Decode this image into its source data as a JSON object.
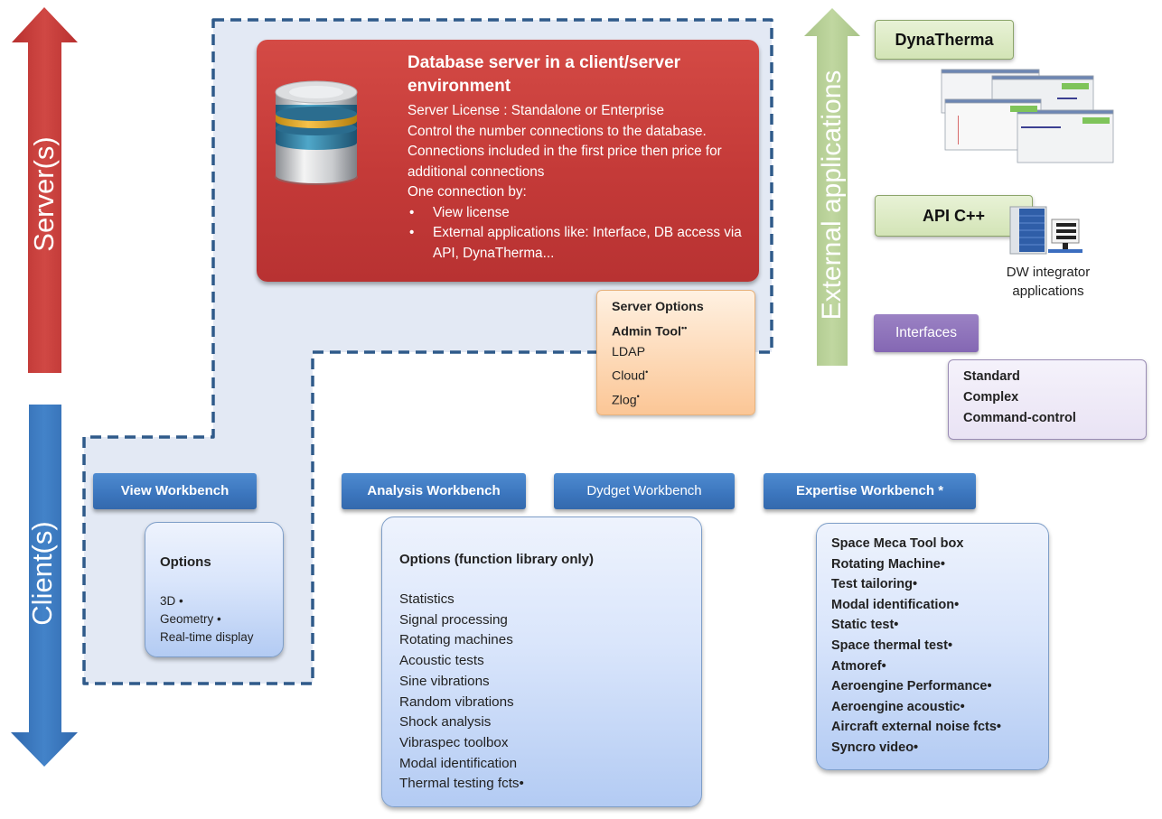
{
  "axes": {
    "server_label": "Server(s)",
    "client_label": "Client(s)",
    "external_label": "External applications"
  },
  "colors": {
    "server_arrow": "#c9403d",
    "client_arrow": "#3c79c1",
    "external_arrow": "#b5cf93",
    "dashed_border": "#2f5a8a",
    "region_fill": "#e3e9f4",
    "database_box": "#c43a38",
    "server_options": "#fcd0a8",
    "workbench_header": "#3b75bd",
    "interfaces_header": "#8467b3"
  },
  "database": {
    "icon": "database-cylinder-icon",
    "title": "Database server in a client/server environment",
    "lines": [
      "Server License : Standalone or Enterprise",
      "Control the number connections to the database. Connections included in the first price then price for additional connections",
      "One connection by:"
    ],
    "bullets": [
      "View license",
      "External applications like: Interface, DB access via API, DynaTherma..."
    ]
  },
  "server_options": {
    "title": "Server Options",
    "items": [
      {
        "label": "Admin Tool",
        "mark": "••",
        "bold": true
      },
      {
        "label": "LDAP",
        "mark": ""
      },
      {
        "label": "Cloud",
        "mark": "•"
      },
      {
        "label": "Zlog",
        "mark": "•"
      }
    ]
  },
  "workbenches": {
    "view": {
      "label": "View Workbench",
      "options_title": "Options",
      "items": [
        "3D •",
        "Geometry •",
        "Real-time display"
      ]
    },
    "analysis": {
      "label": "Analysis Workbench",
      "options_title": "Options (function library only)",
      "items": [
        "Statistics",
        "Signal processing",
        "Rotating machines",
        "Acoustic tests",
        "Sine vibrations",
        "Random vibrations",
        "Shock analysis",
        "Vibraspec toolbox",
        "Modal identification",
        "Thermal testing fcts•"
      ]
    },
    "dydget": {
      "label": "Dydget Workbench"
    },
    "expertise": {
      "label": "Expertise Workbench *",
      "items": [
        "Space Meca Tool box",
        "Rotating Machine•",
        "Test tailoring•",
        "Modal identification•",
        "Static test•",
        "Space thermal test•",
        "Atmoref•",
        "Aeroengine Performance•",
        "Aeroengine acoustic•",
        "Aircraft external noise fcts•",
        "Syncro video•"
      ]
    }
  },
  "external": {
    "dynatherma": {
      "label": "DynaTherma",
      "image": "dynatherma-screenshots"
    },
    "api": {
      "label": "API C++",
      "caption_line1": "DW integrator",
      "caption_line2": "applications",
      "icon": "server-computer-icon"
    },
    "interfaces": {
      "label": "Interfaces",
      "items": [
        "Standard",
        "Complex",
        "Command-control"
      ]
    }
  }
}
